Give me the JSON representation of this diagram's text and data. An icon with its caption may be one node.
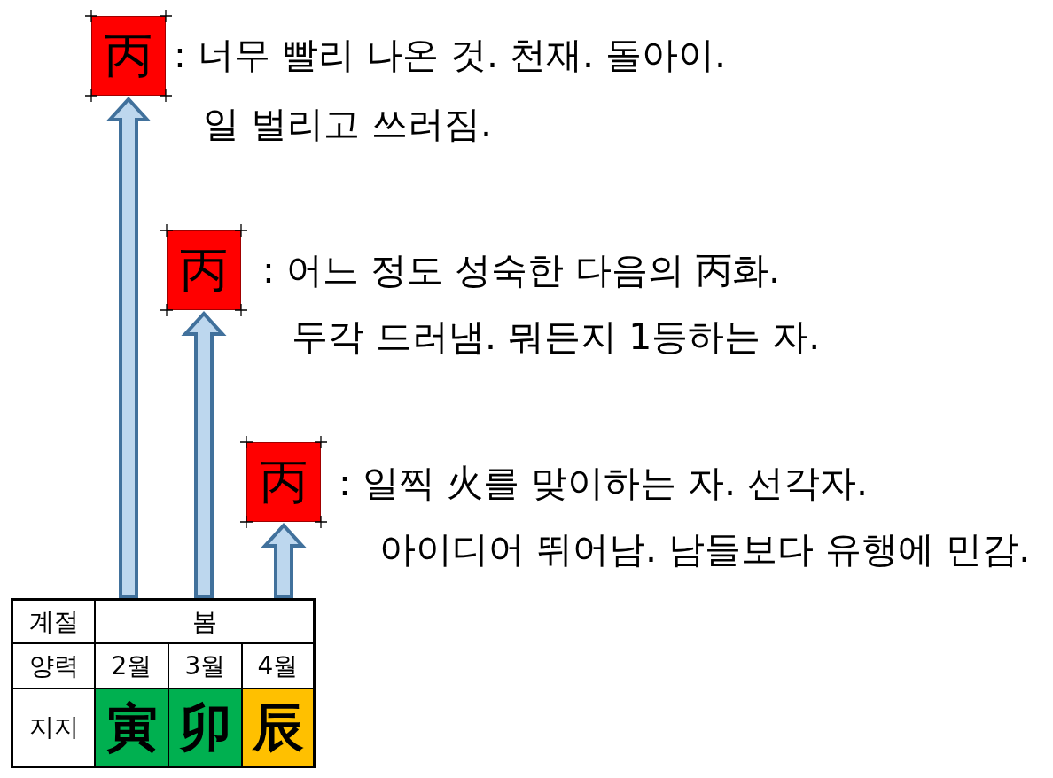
{
  "diagram": {
    "nodes": [
      {
        "text": [
          "丙"
        ],
        "beside": [
          ": 너무 빨리 나온 것. 천재. 돌아이.",
          "일 벌리고 쓰러짐."
        ]
      },
      {
        "text": [
          "丙"
        ],
        "beside": [
          ": 어느 정도 성숙한 다음의 丙화.",
          "두각 드러냄. 뭐든지 1등하는 자."
        ]
      },
      {
        "text": [
          "丙"
        ],
        "beside": [
          ": 일찍 火를 맞이하는 자. 선각자.",
          "아이디어 뛰어남. 남들보다 유행에 민감."
        ]
      },
      {
        "text": [
          "계절"
        ]
      },
      {
        "text": [
          "봄"
        ]
      },
      {
        "text": [
          "양력"
        ]
      },
      {
        "text": [
          "2월"
        ]
      },
      {
        "text": [
          "3월"
        ]
      },
      {
        "text": [
          "4월"
        ]
      },
      {
        "text": [
          "지지"
        ]
      },
      {
        "text": [
          "寅"
        ]
      },
      {
        "text": [
          "卯"
        ]
      },
      {
        "text": [
          "辰"
        ]
      }
    ],
    "edges": [
      {
        "from": 4,
        "to": 0,
        "arrow": "to"
      },
      {
        "from": 4,
        "to": 1,
        "arrow": "to"
      },
      {
        "from": 4,
        "to": 2,
        "arrow": "to"
      }
    ]
  }
}
